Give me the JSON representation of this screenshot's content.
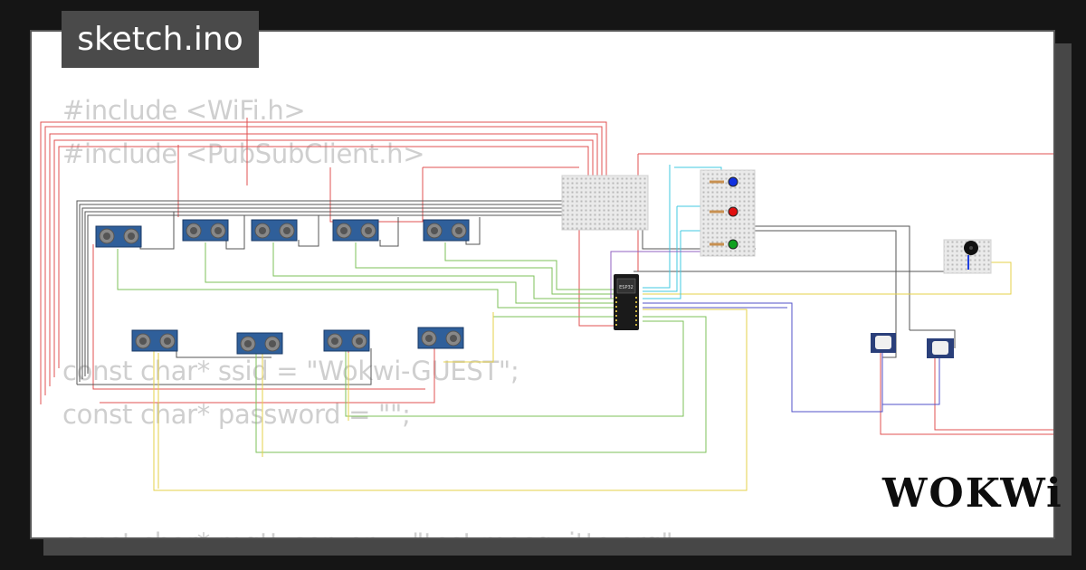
{
  "tab": {
    "title": "sketch.ino"
  },
  "code": {
    "line1": "#include <WiFi.h>",
    "line2": "#include <PubSubClient.h>",
    "line3": "const char* ssid = \"Wokwi-GUEST\";",
    "line4": "const char* password = \"\";",
    "line5": "const char* mqtt_server = \"test.mosquitto.org\";"
  },
  "board": {
    "label": "ESP32"
  },
  "logo": {
    "text": "WOKWi"
  },
  "colors": {
    "red": "#e05050",
    "gray": "#555555",
    "green": "#7dc25a",
    "yellow": "#e6d24a",
    "cyan": "#40c8e0",
    "blue": "#5050c8",
    "purple": "#9060c0"
  }
}
